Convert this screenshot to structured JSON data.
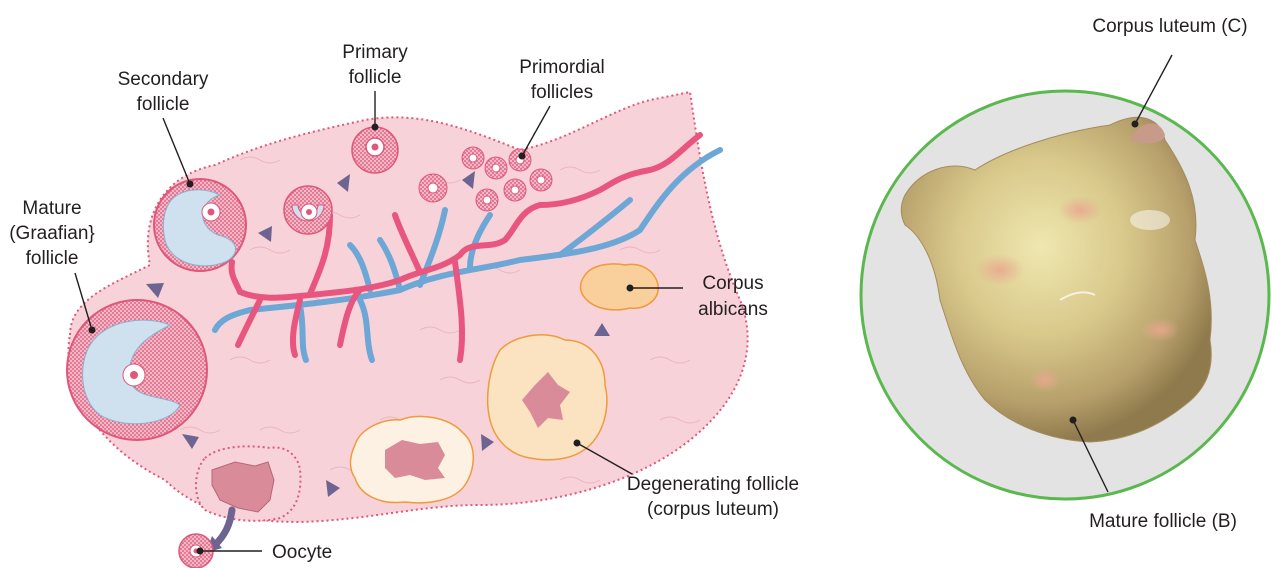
{
  "top_caption": "",
  "diagram_labels": {
    "secondary_follicle": [
      "Secondary",
      "follicle"
    ],
    "primary_follicle": [
      "Primary",
      "follicle"
    ],
    "primordial_follicles": [
      "Primordial",
      "follicles"
    ],
    "mature_follicle": [
      "Mature",
      "(Graafian}",
      "follicle"
    ],
    "corpus_albicans": [
      "Corpus",
      "albicans"
    ],
    "degenerating_follicle": [
      "Degenerating follicle",
      "(corpus luteum)"
    ],
    "oocyte": "Oocyte"
  },
  "photo_labels": {
    "corpus_luteum": "Corpus luteum (C)",
    "mature_follicle": "Mature follicle (B)"
  },
  "colors": {
    "ovary_fill": "#f7d3d9",
    "ovary_outline": "#e0577a",
    "follicle_pink": "#e5799a",
    "antrum_blue": "#cfe0ee",
    "artery_red": "#e8567f",
    "vein_blue": "#6ca7d6",
    "corpus_luteum_fill": "#fbe2c0",
    "corpus_luteum_outline": "#ef9a3c",
    "arrow_purple": "#6e6492",
    "photo_border": "#5ab84f",
    "photo_bg": "#e3e3e3",
    "tissue_base": "#c9b880"
  }
}
